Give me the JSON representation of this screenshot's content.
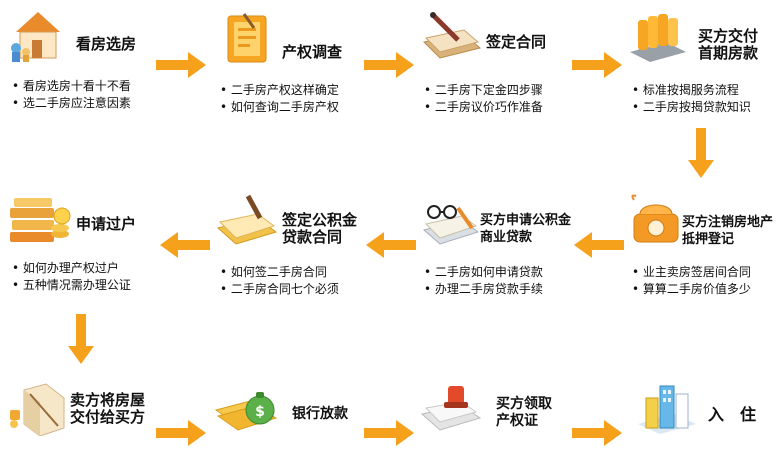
{
  "steps": [
    {
      "title": "看房选房",
      "bullets": [
        "看房选房十看十不看",
        "选二手房应注意因素"
      ],
      "icon": "house-icon"
    },
    {
      "title": "产权调查",
      "bullets": [
        "二手房产权这样确定",
        "如何查询二手房产权"
      ],
      "icon": "document-pen-icon"
    },
    {
      "title": "签定合同",
      "bullets": [
        "二手房下定金四步骤",
        "二手房议价巧作准备"
      ],
      "icon": "contract-pen-icon"
    },
    {
      "title_lines": [
        "买方交付",
        "首期房款"
      ],
      "bullets": [
        "标准按揭服务流程",
        "二手房按揭贷款知识"
      ],
      "icon": "money-stack-icon"
    },
    {
      "title_lines": [
        "买方注销房地产",
        "抵押登记"
      ],
      "bullets": [
        "业主卖房签居间合同",
        "算算二手房价值多少"
      ],
      "icon": "phone-icon"
    },
    {
      "title_lines": [
        "买方申请公积金",
        "商业贷款"
      ],
      "bullets": [
        "二手房如何申请贷款",
        "办理二手房贷款手续"
      ],
      "icon": "glasses-book-icon"
    },
    {
      "title_lines": [
        "签定公积金",
        "贷款合同"
      ],
      "bullets": [
        "如何签二手房合同",
        "二手房合同七个必须"
      ],
      "icon": "contract-signing-icon"
    },
    {
      "title": "申请过户",
      "bullets": [
        "如何办理产权过户",
        "五种情况需办理公证"
      ],
      "icon": "books-coins-icon"
    },
    {
      "title_lines": [
        "卖方将房屋",
        "交付给买方"
      ],
      "icon": "house-key-icon"
    },
    {
      "title": "银行放款",
      "icon": "money-bag-icon"
    },
    {
      "title_lines": [
        "买方领取",
        "产权证"
      ],
      "icon": "stamp-certificate-icon"
    },
    {
      "title": "入　住",
      "icon": "buildings-icon"
    }
  ],
  "colors": {
    "arrow": "#f5a11c",
    "icon_orange": "#f6a623",
    "icon_light": "#ffd36b"
  }
}
